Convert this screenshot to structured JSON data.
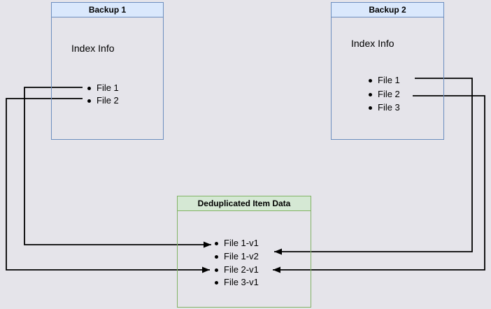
{
  "diagram": {
    "title_hint": "Backup deduplication diagram",
    "backup1": {
      "title": "Backup 1",
      "index_label": "Index Info",
      "items": [
        "File 1",
        "File 2"
      ]
    },
    "backup2": {
      "title": "Backup 2",
      "index_label": "Index Info",
      "items": [
        "File 1",
        "File 2",
        "File 3"
      ]
    },
    "dedup": {
      "title": "Deduplicated Item Data",
      "items": [
        "File 1-v1",
        "File 1-v2",
        "File 2-v1",
        "File 3-v1"
      ]
    },
    "connections": [
      {
        "from": "Backup 1 / File 1",
        "to": "File 1-v1",
        "label": "Backup 1 File 1 → File 1-v1"
      },
      {
        "from": "Backup 1 / File 2",
        "to": "File 2-v1",
        "label": "Backup 1 File 2 → File 2-v1"
      },
      {
        "from": "Backup 2 / File 1",
        "to": "File 1-v2",
        "label": "Backup 2 File 1 → File 1-v2"
      },
      {
        "from": "Backup 2 / File 2",
        "to": "File 2-v1",
        "label": "Backup 2 File 2 → File 2-v1"
      }
    ],
    "colors": {
      "background": "#e5e4ea",
      "blue_fill": "#dae8fc",
      "blue_border": "#6c8ebf",
      "green_fill": "#d5e8d4",
      "green_border": "#82b366",
      "connector": "#000000"
    }
  }
}
